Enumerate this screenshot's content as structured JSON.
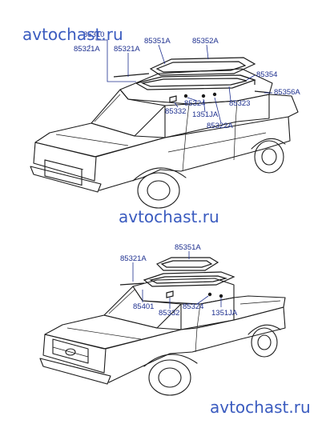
{
  "watermarks": [
    "avtochast.ru",
    "avtochast.ru",
    "avtochast.ru"
  ],
  "top_diagram": {
    "labels": [
      "85310",
      "85321A",
      "85321A",
      "85351A",
      "85352A",
      "85354",
      "85356A",
      "85323",
      "85324",
      "85332",
      "1351JA",
      "85322A"
    ]
  },
  "bottom_diagram": {
    "labels": [
      "85351A",
      "85321A",
      "85401",
      "85332",
      "85324",
      "1351JA"
    ]
  },
  "colors": {
    "watermark": "#3a5bbf",
    "part_numbers": "#1d2f8f",
    "line_art": "#1b1b1b"
  }
}
